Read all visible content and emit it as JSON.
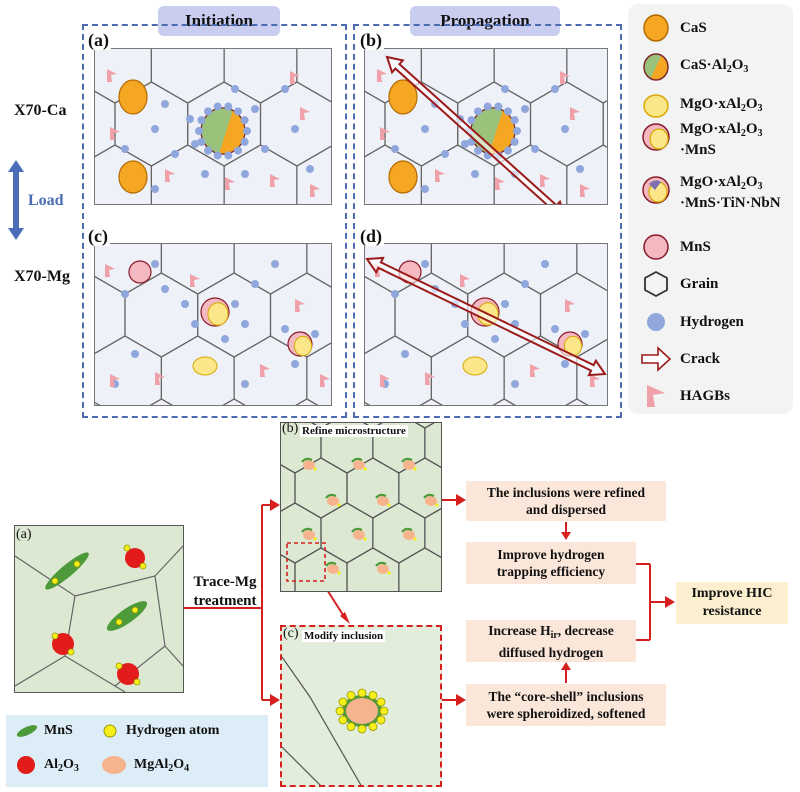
{
  "top": {
    "phases": [
      "Initiation",
      "Propagation"
    ],
    "panels": [
      "(a)",
      "(b)",
      "(c)",
      "(d)"
    ],
    "rows": [
      "X70-Ca",
      "X70-Mg"
    ],
    "load_label": "Load"
  },
  "legend": {
    "items": [
      {
        "pre": "CaS",
        "icon": "cas-icon"
      },
      {
        "pre": "CaS·Al",
        "sub1": "2",
        "mid": "O",
        "sub2": "3",
        "icon": "cas-al2o3-icon"
      },
      {
        "pre": "MgO·xAl",
        "sub1": "2",
        "mid": "O",
        "sub2": "3",
        "icon": "mgo-al2o3-icon"
      },
      {
        "pre": "MgO·xAl",
        "sub1": "2",
        "mid": "O",
        "sub2": "3",
        "line2": "·MnS",
        "icon": "mgo-al2o3-mns-icon"
      },
      {
        "pre": "MgO·xAl",
        "sub1": "2",
        "mid": "O",
        "sub2": "3",
        "line2": "·MnS·TiN·NbN",
        "icon": "complex-inclusion-icon"
      },
      {
        "pre": "MnS",
        "icon": "mns-icon"
      },
      {
        "pre": "Grain",
        "icon": "grain-icon"
      },
      {
        "pre": "Hydrogen",
        "icon": "hydrogen-icon"
      },
      {
        "pre": "Crack",
        "icon": "crack-icon"
      },
      {
        "pre": "HAGBs",
        "icon": "hagb-icon"
      }
    ]
  },
  "bottom": {
    "panel_a": "(a)",
    "panel_b": "(b)",
    "panel_b_title": "Refine microstructure",
    "panel_c": "(c)",
    "panel_c_title": "Modify inclusion",
    "treatment_line1": "Trace-Mg",
    "treatment_line2": "treatment",
    "box1": "The inclusions were refined and dispersed",
    "box2": "Improve hydrogen trapping efficiency",
    "box3_pre": "Increase H",
    "box3_sub": "ir",
    "box3_post": ", decrease diffused hydrogen",
    "box4": "The “core-shell” inclusions were spheroidized, softened",
    "final": "Improve HIC resistance",
    "legend": {
      "mns": "MnS",
      "hydrogen": "Hydrogen atom",
      "al2o3_pre": "Al",
      "al2o3_sub1": "2",
      "al2o3_mid": "O",
      "al2o3_sub2": "3",
      "mgal2o4_pre": "MgAl",
      "mgal2o4_sub1": "2",
      "mgal2o4_mid": "O",
      "mgal2o4_sub2": "4"
    }
  }
}
